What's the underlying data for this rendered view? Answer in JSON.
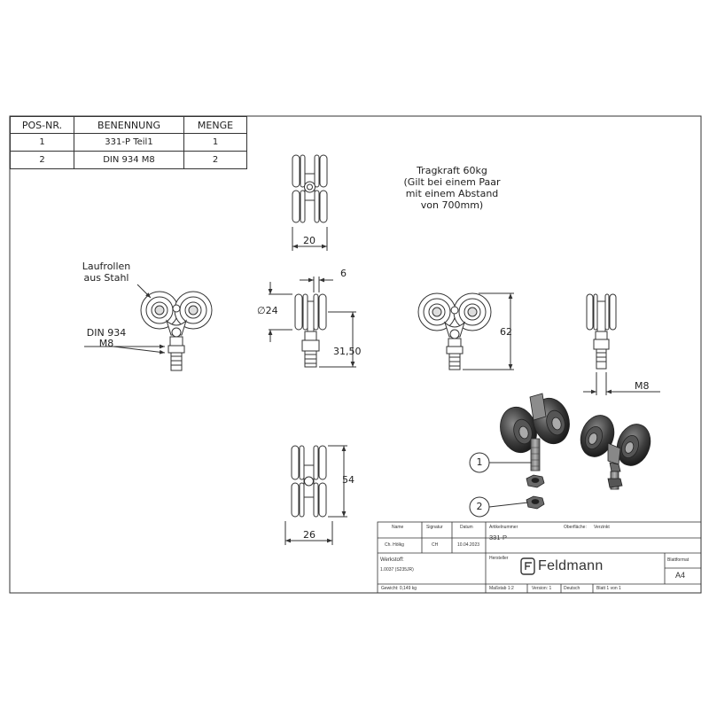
{
  "bom": {
    "headers": [
      "POS-NR.",
      "BENENNUNG",
      "MENGE"
    ],
    "rows": [
      [
        "1",
        "331-P Teil1",
        "1"
      ],
      [
        "2",
        "DIN 934 M8",
        "2"
      ]
    ]
  },
  "notes": {
    "load_line1": "Tragkraft 60kg",
    "load_line2": "(Gilt bei einem Paar",
    "load_line3": "mit einem Abstand",
    "load_line4": "von 700mm)",
    "rollers_line1": "Laufrollen",
    "rollers_line2": "aus Stahl",
    "nut_line1": "DIN 934",
    "nut_line2": "M8"
  },
  "dimensions": {
    "top_width": "20",
    "thickness": "6",
    "diameter": "∅24",
    "bolt_length": "31,50",
    "height": "62",
    "thread": "M8",
    "bottom_height": "54",
    "bottom_width": "26"
  },
  "balloons": {
    "b1": "1",
    "b2": "2"
  },
  "title_block": {
    "name_label": "Name",
    "signature_label": "Signatur",
    "date_label": "Datum",
    "article_label": "Artikelnummer",
    "surface_label": "Oberfläche:",
    "surface_value": "Verzinkt",
    "name_value": "Ch. Hölkg",
    "signature_value": "CH",
    "date_value": "10.04.2023",
    "article_value": "331-P",
    "material_label": "Werkstoff:",
    "material_value": "1.0037 (S235JR)",
    "manufacturer_label": "Hersteller",
    "company": "Feldmann",
    "format_label": "Blattformat",
    "format_value": "A4",
    "weight": "Gewicht: 0,149 kg",
    "scale": "Maßstab 1:2",
    "version": "Version: 1",
    "language": "Deutsch",
    "sheet": "Blatt 1 von 1"
  },
  "colors": {
    "line": "#333333",
    "roller_dark": "#2e2e2e",
    "roller_mid": "#6a6a6a",
    "metal": "#9a9a9a"
  }
}
